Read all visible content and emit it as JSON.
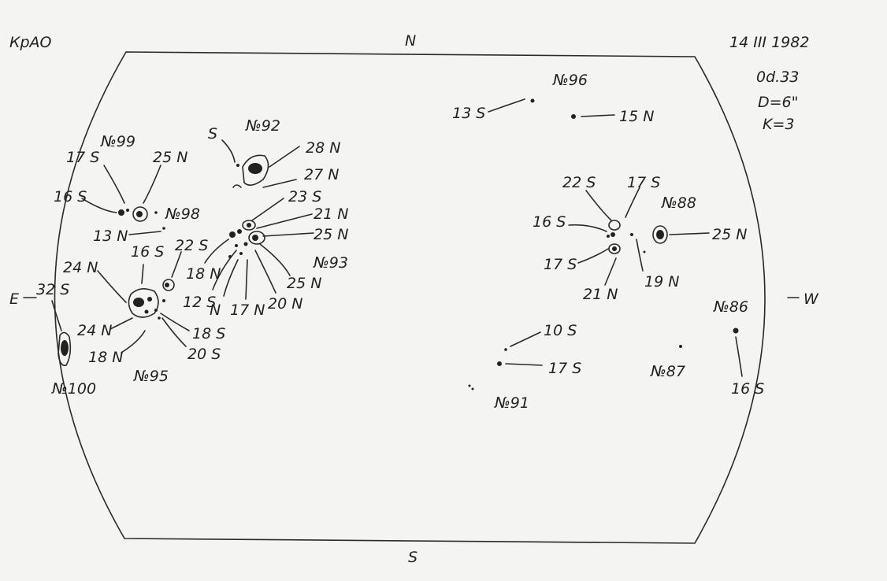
{
  "header": {
    "observatory": "КрАО",
    "date": "14 III 1982",
    "time": "0d.33",
    "diameter": "D=6\"",
    "k": "K=3"
  },
  "compass": {
    "north": "N",
    "south": "S",
    "east": "E",
    "west": "W"
  },
  "regions": [
    {
      "id": "92",
      "label": "№92",
      "notes": [
        "S",
        "28 N",
        "27 N"
      ]
    },
    {
      "id": "99",
      "label": "№99",
      "notes": [
        "17 S",
        "25 N",
        "16 S",
        "13 N"
      ]
    },
    {
      "id": "98",
      "label": "№98",
      "notes": []
    },
    {
      "id": "93",
      "label": "№93",
      "notes": [
        "23 S",
        "21 N",
        "25 N",
        "18 N",
        "12 S",
        "N",
        "17 N",
        "20 N",
        "25 N"
      ]
    },
    {
      "id": "95",
      "label": "№95",
      "notes": [
        "24 N",
        "16 S",
        "22 S",
        "24 N",
        "18 N",
        "18 S",
        "20 S"
      ]
    },
    {
      "id": "100",
      "label": "№100",
      "notes": [
        "32 S"
      ]
    },
    {
      "id": "96",
      "label": "№96",
      "notes": [
        "13 S",
        "15 N"
      ]
    },
    {
      "id": "88",
      "label": "№88",
      "notes": [
        "22 S",
        "17 S",
        "16 S",
        "25 N",
        "17 S",
        "21 N",
        "19 N"
      ]
    },
    {
      "id": "86",
      "label": "№86",
      "notes": [
        "16 S"
      ]
    },
    {
      "id": "87",
      "label": "№87",
      "notes": []
    },
    {
      "id": "91",
      "label": "№91",
      "notes": [
        "10 S",
        "17 S"
      ]
    }
  ],
  "style": {
    "ink": "#2a2a2a",
    "paper": "#f4f4f2"
  }
}
